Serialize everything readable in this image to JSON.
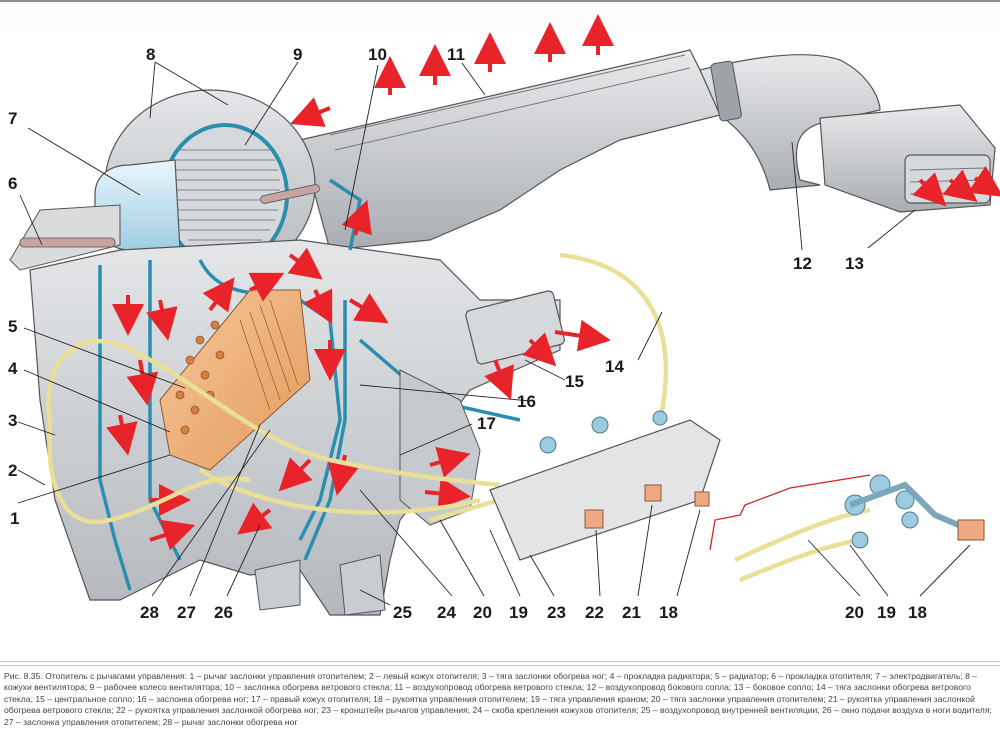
{
  "figure": {
    "title": "Отопитель с рычагами управления",
    "colors": {
      "housing": "#c9ccd0",
      "housing_dark": "#9ea3a8",
      "seal": "#2a8fae",
      "airflow_arrow": "#e8232a",
      "radiator": "#f2b27a",
      "cable": "#e9df97",
      "handle": "#f0a784",
      "motor": "#bfe0ef"
    },
    "callouts": [
      {
        "id": "8",
        "label": "8"
      },
      {
        "id": "9",
        "label": "9"
      },
      {
        "id": "10",
        "label": "10"
      },
      {
        "id": "11",
        "label": "11"
      },
      {
        "id": "7",
        "label": "7"
      },
      {
        "id": "6",
        "label": "6"
      },
      {
        "id": "12",
        "label": "12"
      },
      {
        "id": "13",
        "label": "13"
      },
      {
        "id": "5",
        "label": "5"
      },
      {
        "id": "14",
        "label": "14"
      },
      {
        "id": "4",
        "label": "4"
      },
      {
        "id": "15",
        "label": "15"
      },
      {
        "id": "16",
        "label": "16"
      },
      {
        "id": "3",
        "label": "3"
      },
      {
        "id": "17",
        "label": "17"
      },
      {
        "id": "2",
        "label": "2"
      },
      {
        "id": "1",
        "label": "1"
      },
      {
        "id": "28",
        "label": "28"
      },
      {
        "id": "27",
        "label": "27"
      },
      {
        "id": "26",
        "label": "26"
      },
      {
        "id": "25",
        "label": "25"
      },
      {
        "id": "24",
        "label": "24"
      },
      {
        "id": "20a",
        "label": "20"
      },
      {
        "id": "19a",
        "label": "19"
      },
      {
        "id": "23",
        "label": "23"
      },
      {
        "id": "22",
        "label": "22"
      },
      {
        "id": "21",
        "label": "21"
      },
      {
        "id": "18a",
        "label": "18"
      },
      {
        "id": "20b",
        "label": "20"
      },
      {
        "id": "19b",
        "label": "19"
      },
      {
        "id": "18b",
        "label": "18"
      }
    ]
  },
  "caption": {
    "text": "Рис. 8.35. Отопитель с рычагами управления: 1 – рычаг заслонки управления отопителем; 2 – левый кожух отопителя; 3 – тяга заслонки обогрева ног; 4 – прокладка радиатора; 5 – радиатор; 6 – прокладка отопителя; 7 – электродвигатель; 8 – кожухи вентилятора; 9 – рабочее колесо вентилятора; 10 – заслонка обогрева ветрового стекла; 11 – воздухопровод обогрева ветрового стекла; 12 – воздухопровод бокового сопла; 13 – боковое сопло; 14 – тяга заслонки обогрева ветрового стекла; 15 – центральное сопло; 16 – заслонка обогрева ног; 17 – правый кожух отопителя; 18 – рукоятка управления отопителем; 19 – тяга управления краном; 20 – тяга заслонки управления отопителем; 21 – рукоятка управления заслонкой обогрева ветрового стекла; 22 – рукоятка управления заслонкой обогрева ног; 23 – кронштейн рычагов управления; 24 – скоба крепления кожухов отопителя; 25 – воздухопровод внутренней вентиляции; 26 – окно подачи воздуха в ноги водителя; 27 – заслонка управления отопителем; 28 – рычаг заслонки обогрева ног"
  }
}
